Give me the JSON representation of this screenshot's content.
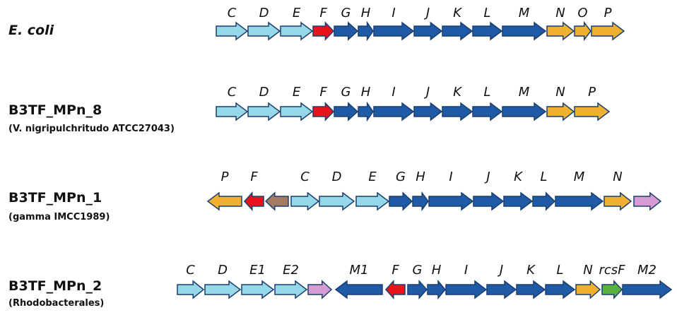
{
  "colors": {
    "light_blue": "#97d8e8",
    "dark_blue": "#1f5aa6",
    "red": "#e8141c",
    "orange": "#f0b030",
    "brown": "#a57a63",
    "pink": "#d79ad1",
    "green": "#58b23e",
    "outline": "#1a3f6e"
  },
  "organisms": [
    {
      "name": "E. coli",
      "subtitle": "",
      "genes": [
        {
          "label": "C",
          "color": "light_blue",
          "dir": "right"
        },
        {
          "label": "D",
          "color": "light_blue",
          "dir": "right"
        },
        {
          "label": "E",
          "color": "light_blue",
          "dir": "right"
        },
        {
          "label": "F",
          "color": "red",
          "dir": "right"
        },
        {
          "label": "G",
          "color": "dark_blue",
          "dir": "right"
        },
        {
          "label": "H",
          "color": "dark_blue",
          "dir": "right"
        },
        {
          "label": "I",
          "color": "dark_blue",
          "dir": "right"
        },
        {
          "label": "J",
          "color": "dark_blue",
          "dir": "right"
        },
        {
          "label": "K",
          "color": "dark_blue",
          "dir": "right"
        },
        {
          "label": "L",
          "color": "dark_blue",
          "dir": "right"
        },
        {
          "label": "M",
          "color": "dark_blue",
          "dir": "right"
        },
        {
          "label": "N",
          "color": "orange",
          "dir": "right"
        },
        {
          "label": "O",
          "color": "orange",
          "dir": "right"
        },
        {
          "label": "P",
          "color": "orange",
          "dir": "right"
        }
      ]
    },
    {
      "name": "B3TF_MPn_8",
      "subtitle": "(V. nigripulchritudo ATCC27043)",
      "genes": [
        {
          "label": "C",
          "color": "light_blue",
          "dir": "right"
        },
        {
          "label": "D",
          "color": "light_blue",
          "dir": "right"
        },
        {
          "label": "E",
          "color": "light_blue",
          "dir": "right"
        },
        {
          "label": "F",
          "color": "red",
          "dir": "right"
        },
        {
          "label": "G",
          "color": "dark_blue",
          "dir": "right"
        },
        {
          "label": "H",
          "color": "dark_blue",
          "dir": "right"
        },
        {
          "label": "I",
          "color": "dark_blue",
          "dir": "right"
        },
        {
          "label": "J",
          "color": "dark_blue",
          "dir": "right"
        },
        {
          "label": "K",
          "color": "dark_blue",
          "dir": "right"
        },
        {
          "label": "L",
          "color": "dark_blue",
          "dir": "right"
        },
        {
          "label": "M",
          "color": "dark_blue",
          "dir": "right"
        },
        {
          "label": "N",
          "color": "orange",
          "dir": "right"
        },
        {
          "label": "P",
          "color": "orange",
          "dir": "right"
        }
      ]
    },
    {
      "name": "B3TF_MPn_1",
      "subtitle": "(gamma IMCC1989)",
      "genes": [
        {
          "label": "P",
          "color": "orange",
          "dir": "left"
        },
        {
          "label": "F",
          "color": "red",
          "dir": "left"
        },
        {
          "label": "",
          "color": "brown",
          "dir": "left"
        },
        {
          "label": "C",
          "color": "light_blue",
          "dir": "right"
        },
        {
          "label": "D",
          "color": "light_blue",
          "dir": "right"
        },
        {
          "label": "E",
          "color": "light_blue",
          "dir": "right"
        },
        {
          "label": "G",
          "color": "dark_blue",
          "dir": "right"
        },
        {
          "label": "H",
          "color": "dark_blue",
          "dir": "right"
        },
        {
          "label": "I",
          "color": "dark_blue",
          "dir": "right"
        },
        {
          "label": "J",
          "color": "dark_blue",
          "dir": "right"
        },
        {
          "label": "K",
          "color": "dark_blue",
          "dir": "right"
        },
        {
          "label": "L",
          "color": "dark_blue",
          "dir": "right"
        },
        {
          "label": "M",
          "color": "dark_blue",
          "dir": "right"
        },
        {
          "label": "N",
          "color": "orange",
          "dir": "right"
        },
        {
          "label": "",
          "color": "pink",
          "dir": "right"
        }
      ]
    },
    {
      "name": "B3TF_MPn_2",
      "subtitle": "(Rhodobacterales)",
      "genes": [
        {
          "label": "C",
          "color": "light_blue",
          "dir": "right"
        },
        {
          "label": "D",
          "color": "light_blue",
          "dir": "right"
        },
        {
          "label": "E1",
          "color": "light_blue",
          "dir": "right"
        },
        {
          "label": "E2",
          "color": "light_blue",
          "dir": "right"
        },
        {
          "label": "",
          "color": "pink",
          "dir": "right"
        },
        {
          "label": "M1",
          "color": "dark_blue",
          "dir": "left"
        },
        {
          "label": "F",
          "color": "red",
          "dir": "left"
        },
        {
          "label": "G",
          "color": "dark_blue",
          "dir": "right"
        },
        {
          "label": "H",
          "color": "dark_blue",
          "dir": "right"
        },
        {
          "label": "I",
          "color": "dark_blue",
          "dir": "right"
        },
        {
          "label": "J",
          "color": "dark_blue",
          "dir": "right"
        },
        {
          "label": "K",
          "color": "dark_blue",
          "dir": "right"
        },
        {
          "label": "L",
          "color": "dark_blue",
          "dir": "right"
        },
        {
          "label": "N",
          "color": "orange",
          "dir": "right"
        },
        {
          "label": "rcsF",
          "color": "green",
          "dir": "right"
        },
        {
          "label": "M2",
          "color": "dark_blue",
          "dir": "right"
        }
      ]
    }
  ]
}
